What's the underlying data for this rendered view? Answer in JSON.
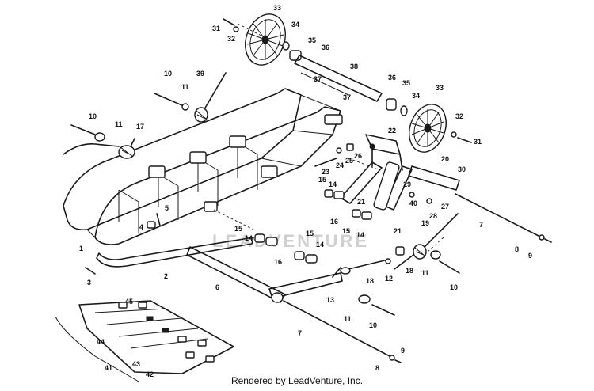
{
  "watermark": "LEADVENTURE",
  "footer": "Rendered by LeadVenture, Inc.",
  "callouts": [
    "1",
    "2",
    "3",
    "4",
    "5",
    "6",
    "7",
    "8",
    "9",
    "10",
    "11",
    "12",
    "13",
    "14",
    "15",
    "16",
    "17",
    "18",
    "19",
    "20",
    "21",
    "22",
    "23",
    "24",
    "25",
    "26",
    "27",
    "28",
    "29",
    "30",
    "31",
    "32",
    "33",
    "34",
    "35",
    "36",
    "37",
    "38",
    "39",
    "40",
    "41",
    "42",
    "43",
    "44",
    "45"
  ]
}
